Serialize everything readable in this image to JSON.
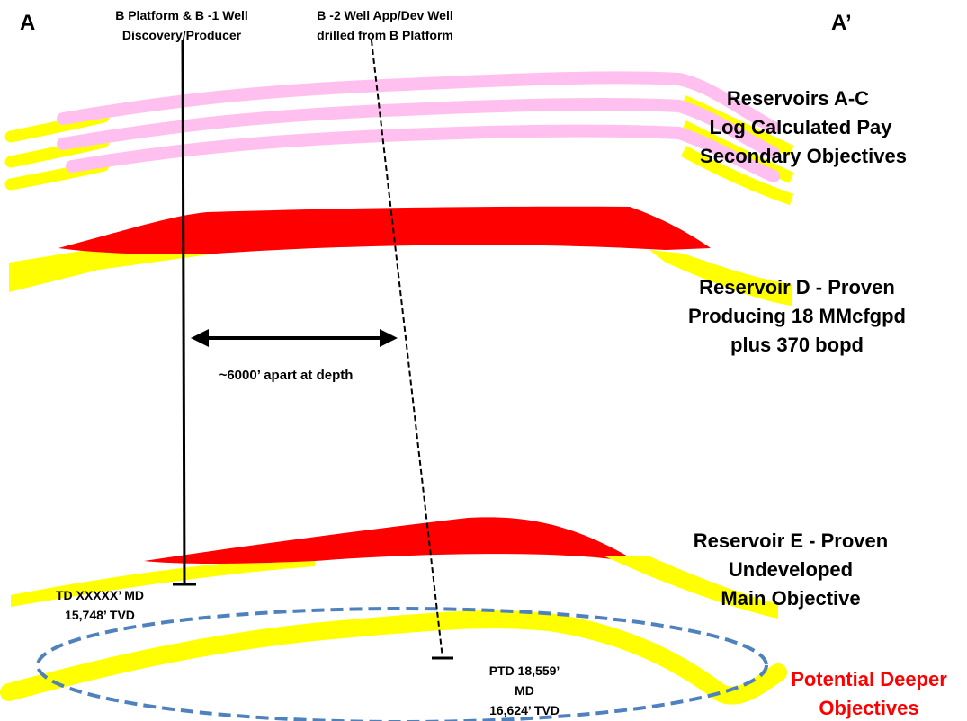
{
  "corner_labels": {
    "left": "A",
    "right": "A’"
  },
  "wells": {
    "b1": {
      "label_line1": "B Platform & B -1 Well",
      "label_line2": "Discovery/Producer",
      "td_line1": "TD XXXXX’ MD",
      "td_line2": "15,748’ TVD"
    },
    "b2": {
      "label_line1": "B -2 Well App/Dev Well",
      "label_line2": "drilled from B Platform",
      "ptd_line1": "PTD 18,559’",
      "ptd_line2": "MD",
      "ptd_line3": "16,624’ TVD"
    }
  },
  "spacing": {
    "label": "~6000’ apart at depth"
  },
  "reservoirs": {
    "ac": {
      "line1": "Reservoirs A-C",
      "line2": "Log Calculated Pay",
      "line3": "Secondary Objectives"
    },
    "d": {
      "line1": "Reservoir D - Proven",
      "line2": "Producing 18 MMcfgpd",
      "line3": "plus 370 bopd"
    },
    "e": {
      "line1": "Reservoir E - Proven",
      "line2": "Undeveloped",
      "line3": "Main Objective"
    },
    "deeper": {
      "line1": "Potential Deeper",
      "line2": "Objectives"
    }
  },
  "colors": {
    "yellow": "#ffff00",
    "pink": "#ffc0f0",
    "red": "#ff0000",
    "ellipse": "#4f81bd",
    "deeper_text": "#ff0000",
    "text": "#000000"
  }
}
